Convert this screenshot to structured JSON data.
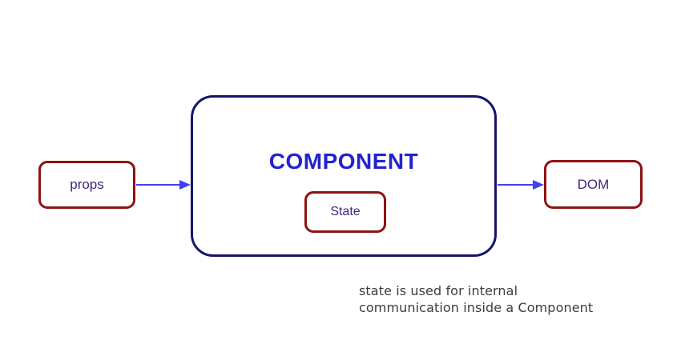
{
  "colors": {
    "border_red": "#8e1212",
    "component_navy": "#14146b",
    "component_blue": "#2323cd",
    "label_purple": "#40267a",
    "arrow_blue": "#4040ee",
    "caption_gray": "#3c3c3c",
    "bg_white": "#ffffff"
  },
  "diagram": {
    "props": {
      "label": "props"
    },
    "component": {
      "title": "COMPONENT"
    },
    "state": {
      "label": "State"
    },
    "dom": {
      "label": "DOM"
    },
    "caption": {
      "line1": "state is used for internal",
      "line2": "communication inside a Component"
    }
  }
}
